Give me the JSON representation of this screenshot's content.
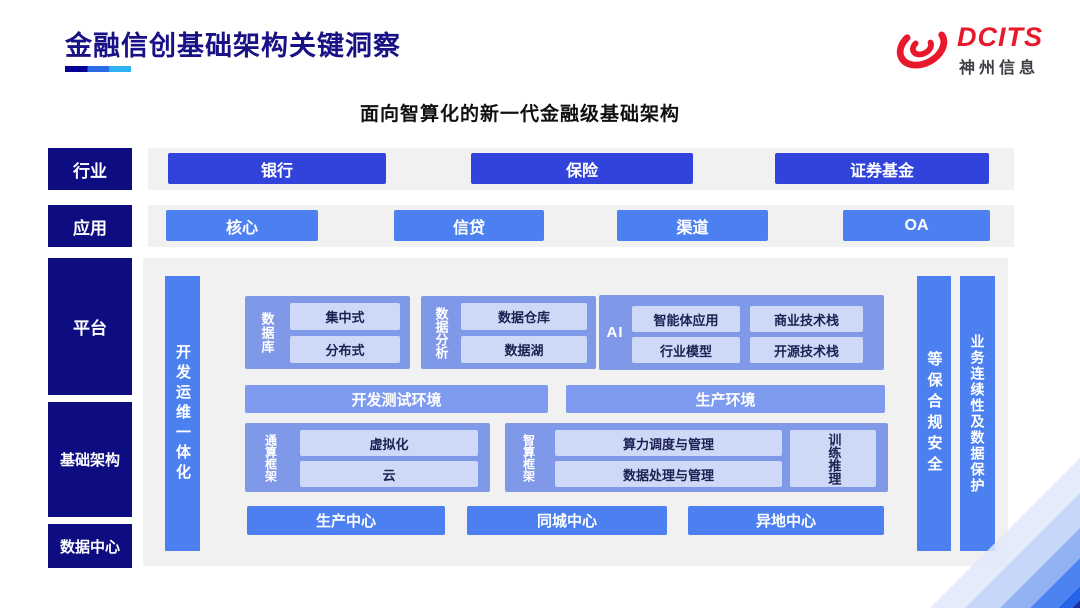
{
  "header": {
    "title": "金融信创基础架构关键洞察",
    "logo": {
      "brand": "DCITS",
      "company": "神州信息"
    },
    "subtitle": "面向智算化的新一代金融级基础架构"
  },
  "rows": {
    "industry": {
      "label": "行业",
      "items": [
        "银行",
        "保险",
        "证券基金"
      ]
    },
    "application": {
      "label": "应用",
      "items": [
        "核心",
        "信贷",
        "渠道",
        "OA"
      ]
    }
  },
  "side_labels": {
    "platform": "平台",
    "infrastructure": "基础架构",
    "datacenter": "数据中心"
  },
  "platform": {
    "devops_bar": "开发运维一体化",
    "groups": [
      {
        "label": "数据库",
        "items": [
          "集中式",
          "分布式"
        ]
      },
      {
        "label": "数据分析",
        "items": [
          "数据仓库",
          "数据湖"
        ]
      },
      {
        "label": "AI",
        "items": [
          "智能体应用",
          "商业技术栈",
          "行业模型",
          "开源技术栈"
        ]
      }
    ],
    "env_bars": [
      "开发测试环境",
      "生产环境"
    ],
    "frameworks": [
      {
        "label": "通算框架",
        "items": [
          "虚拟化",
          "云"
        ]
      },
      {
        "label": "智算框架",
        "items": [
          "算力调度与管理",
          "数据处理与管理"
        ],
        "side_item": "训练推理"
      }
    ],
    "centers": [
      "生产中心",
      "同城中心",
      "异地中心"
    ],
    "right_bars": [
      "等保合规安全",
      "业务连续性及数据保护"
    ]
  },
  "colors": {
    "deep_navy": "#0d0c80",
    "royal_blue": "#3143da",
    "bright_blue": "#4c80f1",
    "group_blue": "#8098e8",
    "env_bar_blue": "#7e9bef",
    "chip_blue": "#cdd9f6",
    "brand_red": "#e8192c",
    "title_navy": "#191286"
  }
}
